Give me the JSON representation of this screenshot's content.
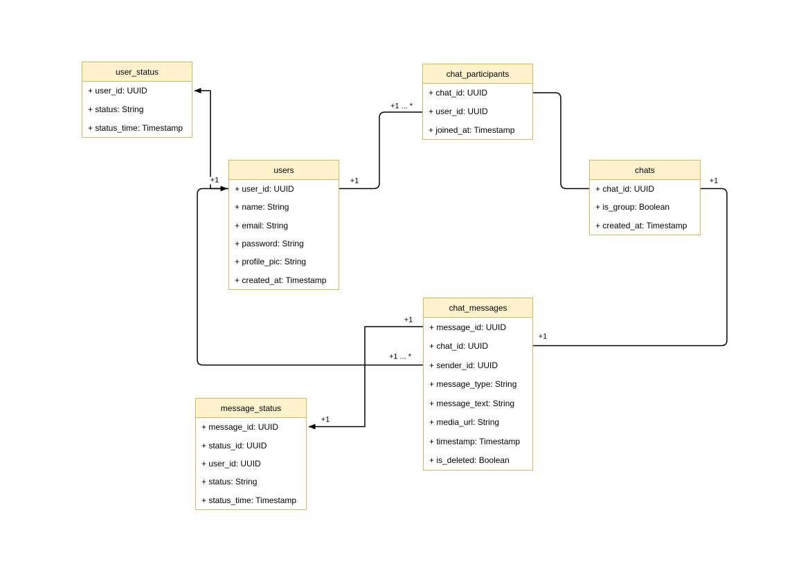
{
  "entities": {
    "user_status": {
      "title": "user_status",
      "fields": [
        "+ user_id: UUID",
        "+ status: String",
        "+ status_time: Timestamp"
      ]
    },
    "users": {
      "title": "users",
      "fields": [
        "+ user_id: UUID",
        "+ name: String",
        "+ email: String",
        "+ password: String",
        "+ profile_pic: String",
        "+ created_at: Timestamp"
      ]
    },
    "chat_participants": {
      "title": "chat_participants",
      "fields": [
        "+ chat_id: UUID",
        "+ user_id: UUID",
        "+ joined_at: Timestamp"
      ]
    },
    "chats": {
      "title": "chats",
      "fields": [
        "+ chat_id: UUID",
        "+ is_group: Boolean",
        "+ created_at: Timestamp"
      ]
    },
    "chat_messages": {
      "title": "chat_messages",
      "fields": [
        "+ message_id: UUID",
        "+ chat_id: UUID",
        "+ sender_id: UUID",
        "+ message_type: String",
        "+ message_text: String",
        "+ media_url: String",
        "+ timestamp: Timestamp",
        "+ is_deleted: Boolean"
      ]
    },
    "message_status": {
      "title": "message_status",
      "fields": [
        "+ message_id: UUID",
        "+ status_id: UUID",
        "+ user_id: UUID",
        "+ status: String",
        "+ status_time: Timestamp"
      ]
    }
  },
  "edge_labels": {
    "users_out_right": "+1",
    "chat_participants_in": "+1 ... *",
    "chats_out_right": "+1",
    "chat_messages_chat_id_in": "+1",
    "chat_messages_message_id_out": "+1",
    "message_status_in": "+1",
    "chat_messages_sender_out": "+1 ... *",
    "users_in_left": "+1"
  },
  "colors": {
    "entity_header_fill": "#FFF2CC",
    "entity_border": "#D6B656",
    "entity_body_fill": "#FFFFFF",
    "connector": "#000000",
    "canvas_background": "#FFFFFF"
  }
}
